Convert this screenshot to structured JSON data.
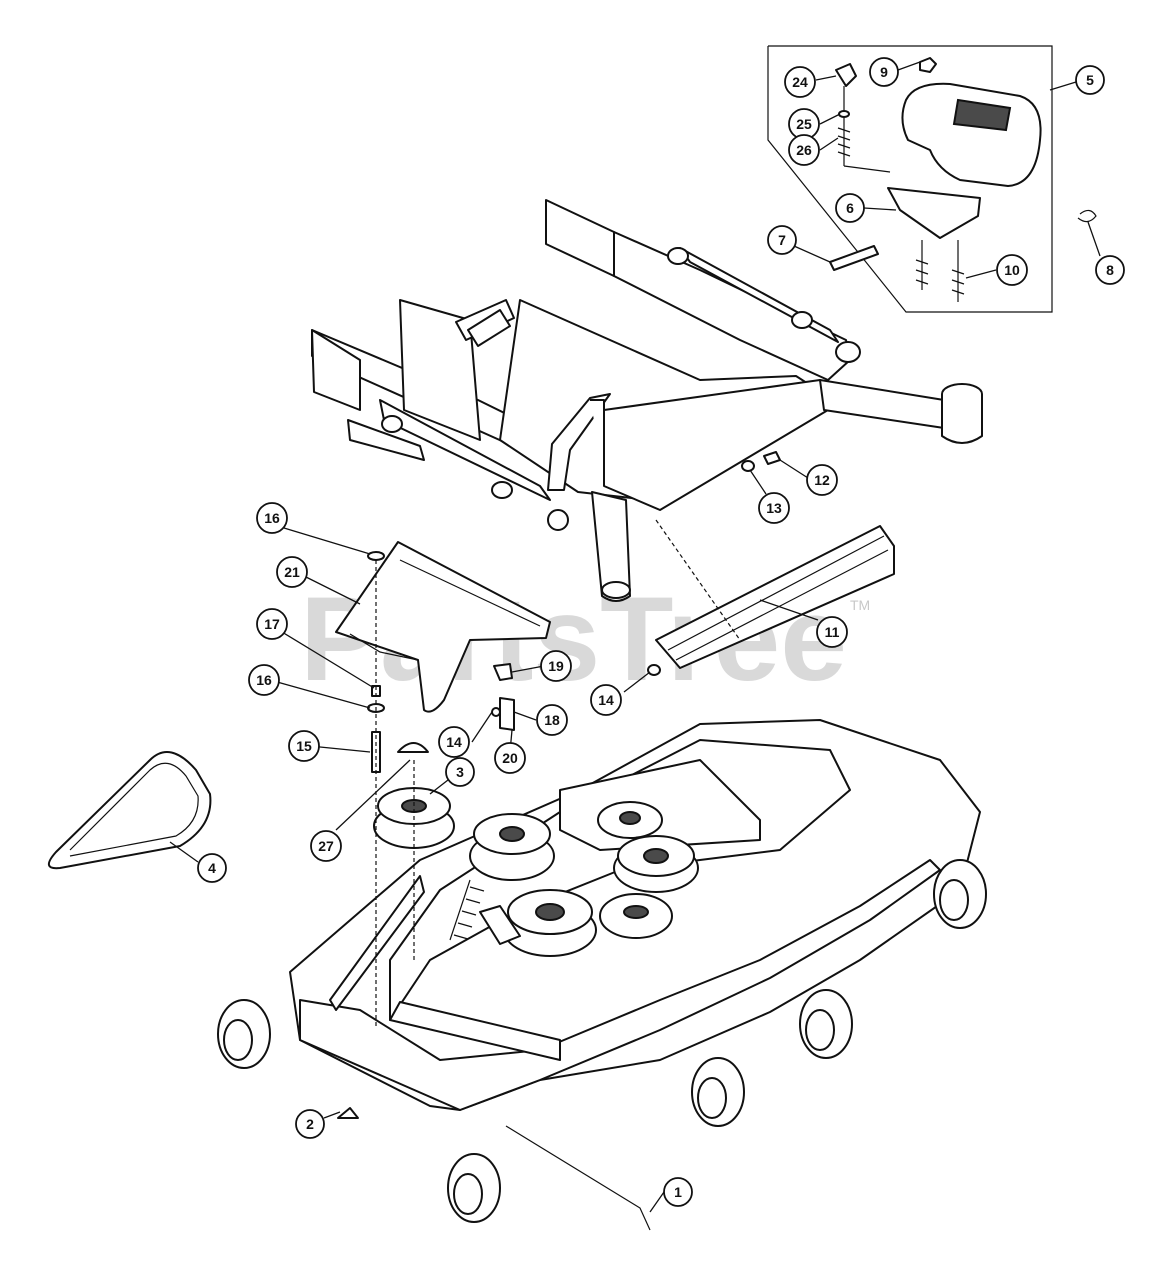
{
  "watermark": {
    "text": "PartsTree",
    "trademark": "TM"
  },
  "callouts": [
    {
      "id": "c1",
      "label": "1"
    },
    {
      "id": "c2",
      "label": "2"
    },
    {
      "id": "c3",
      "label": "3"
    },
    {
      "id": "c4",
      "label": "4"
    },
    {
      "id": "c5",
      "label": "5"
    },
    {
      "id": "c6",
      "label": "6"
    },
    {
      "id": "c7",
      "label": "7"
    },
    {
      "id": "c8",
      "label": "8"
    },
    {
      "id": "c9",
      "label": "9"
    },
    {
      "id": "c10",
      "label": "10"
    },
    {
      "id": "c11",
      "label": "11"
    },
    {
      "id": "c12",
      "label": "12"
    },
    {
      "id": "c13",
      "label": "13"
    },
    {
      "id": "c14a",
      "label": "14"
    },
    {
      "id": "c14b",
      "label": "14"
    },
    {
      "id": "c15",
      "label": "15"
    },
    {
      "id": "c16a",
      "label": "16"
    },
    {
      "id": "c16b",
      "label": "16"
    },
    {
      "id": "c17",
      "label": "17"
    },
    {
      "id": "c18",
      "label": "18"
    },
    {
      "id": "c19",
      "label": "19"
    },
    {
      "id": "c20",
      "label": "20"
    },
    {
      "id": "c21",
      "label": "21"
    },
    {
      "id": "c24",
      "label": "24"
    },
    {
      "id": "c25",
      "label": "25"
    },
    {
      "id": "c26",
      "label": "26"
    },
    {
      "id": "c27",
      "label": "27"
    }
  ]
}
